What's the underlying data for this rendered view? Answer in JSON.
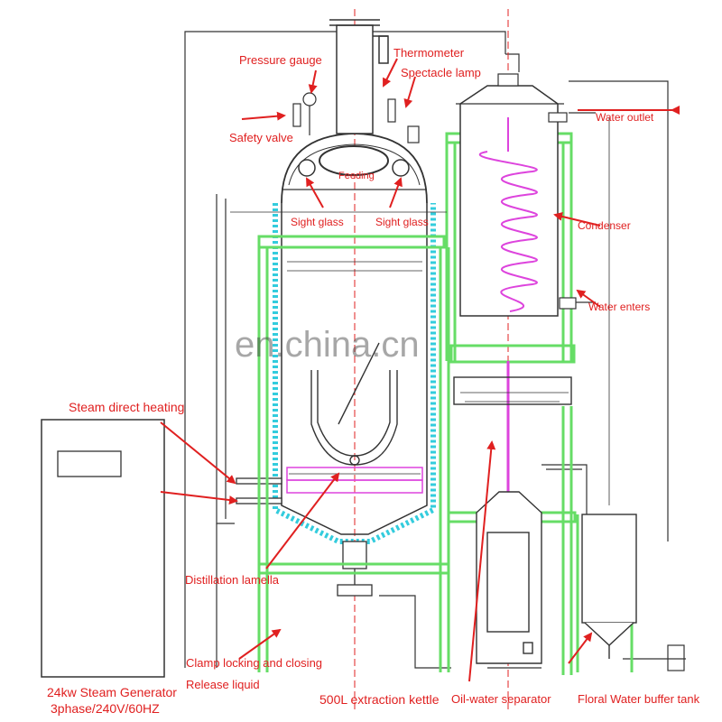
{
  "labels": {
    "pressure_gauge": "Pressure gauge",
    "thermometer": "Thermometer",
    "spectacle_lamp": "Spectacle lamp",
    "safety_valve": "Safety valve",
    "feeding": "Feeding",
    "water_outlet": "Water outlet",
    "sight_glass_left": "Sight glass",
    "sight_glass_right": "Sight glass",
    "condenser": "Condenser",
    "water_enters": "Water enters",
    "steam_direct_heating": "Steam direct heating",
    "distillation_lamella": "Distillation lamella",
    "clamp_locking": "Clamp locking and closing",
    "release_liquid": "Release liquid",
    "generator_line1": "24kw Steam Generator",
    "generator_line2": "3phase/240V/60HZ",
    "kettle": "500L extraction kettle",
    "separator": "Oil-water separator",
    "buffer_tank": "Floral Water buffer tank"
  },
  "watermark": "en.china.cn",
  "colors": {
    "annotation": "#e02020",
    "frame": "#66dd66",
    "coil": "#dd44dd",
    "insulation": "#33ccdd",
    "drawing": "#222222"
  }
}
